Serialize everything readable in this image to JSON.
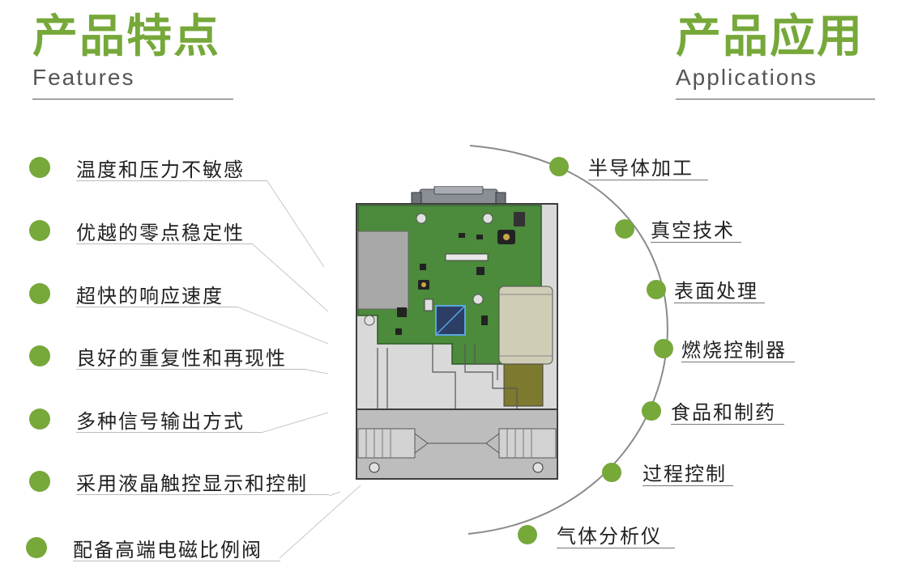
{
  "features_heading": {
    "title": "产品特点",
    "subtitle": "Features"
  },
  "applications_heading": {
    "title": "产品应用",
    "subtitle": "Applications"
  },
  "features": [
    "温度和压力不敏感",
    "优越的零点稳定性",
    "超快的响应速度",
    "良好的重复性和再现性",
    "多种信号输出方式",
    "采用液晶触控显示和控制",
    "配备高端电磁比例阀"
  ],
  "applications": [
    "半导体加工",
    "真空技术",
    "表面处理",
    "燃烧控制器",
    "食品和制药",
    "过程控制",
    "气体分析仪"
  ],
  "colors": {
    "accent": "#76a83a",
    "pcb": "#4c8a3c",
    "panel": "#cfcfcf"
  }
}
